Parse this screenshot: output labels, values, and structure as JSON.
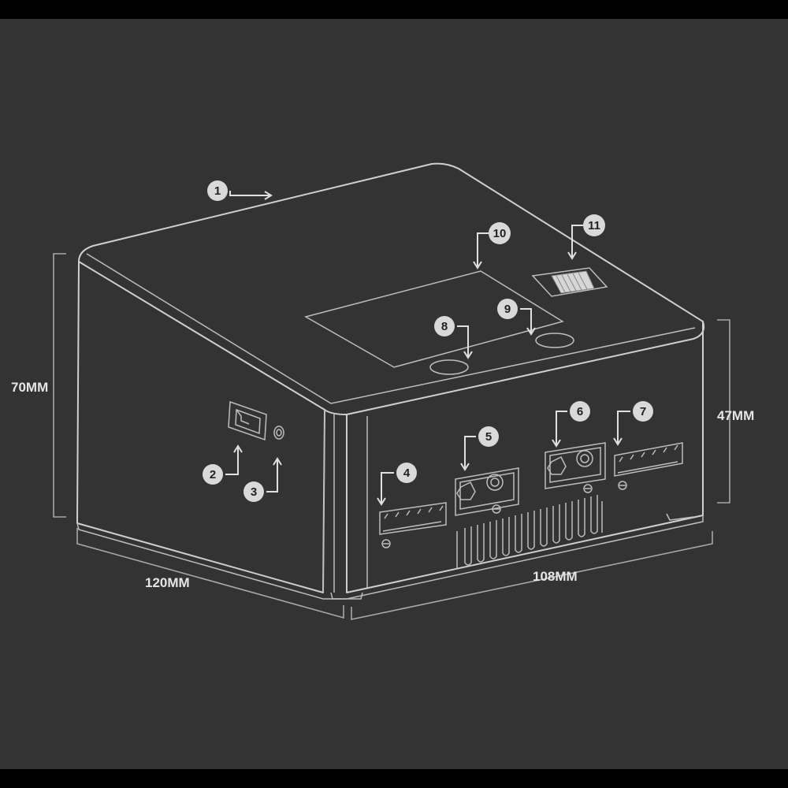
{
  "dimensions": {
    "height_left": "70MM",
    "height_right": "47MM",
    "width_left": "120MM",
    "width_right": "108MM"
  },
  "callouts": [
    {
      "number": "1"
    },
    {
      "number": "2"
    },
    {
      "number": "3"
    },
    {
      "number": "4"
    },
    {
      "number": "5"
    },
    {
      "number": "6"
    },
    {
      "number": "7"
    },
    {
      "number": "8"
    },
    {
      "number": "9"
    },
    {
      "number": "10"
    },
    {
      "number": "11"
    }
  ],
  "colors": {
    "background": "#333333",
    "frame": "#000000",
    "line_art": "#cfcfcf",
    "callout_badge": "#d9d9d9"
  }
}
